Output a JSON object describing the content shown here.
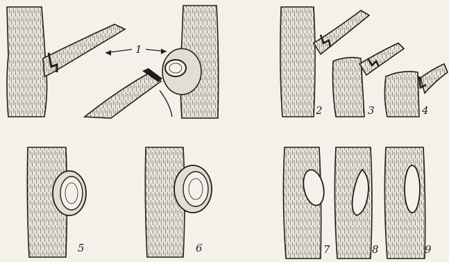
{
  "figure": {
    "labels": {
      "n1": "1",
      "n2": "2",
      "n3": "3",
      "n4": "4",
      "n5": "5",
      "n6": "6",
      "n7": "7",
      "n8": "8",
      "n9": "9"
    },
    "colors": {
      "paper": "#f4f1ea",
      "ink": "#1f1d1b",
      "bark": "#dcd6cb"
    }
  }
}
